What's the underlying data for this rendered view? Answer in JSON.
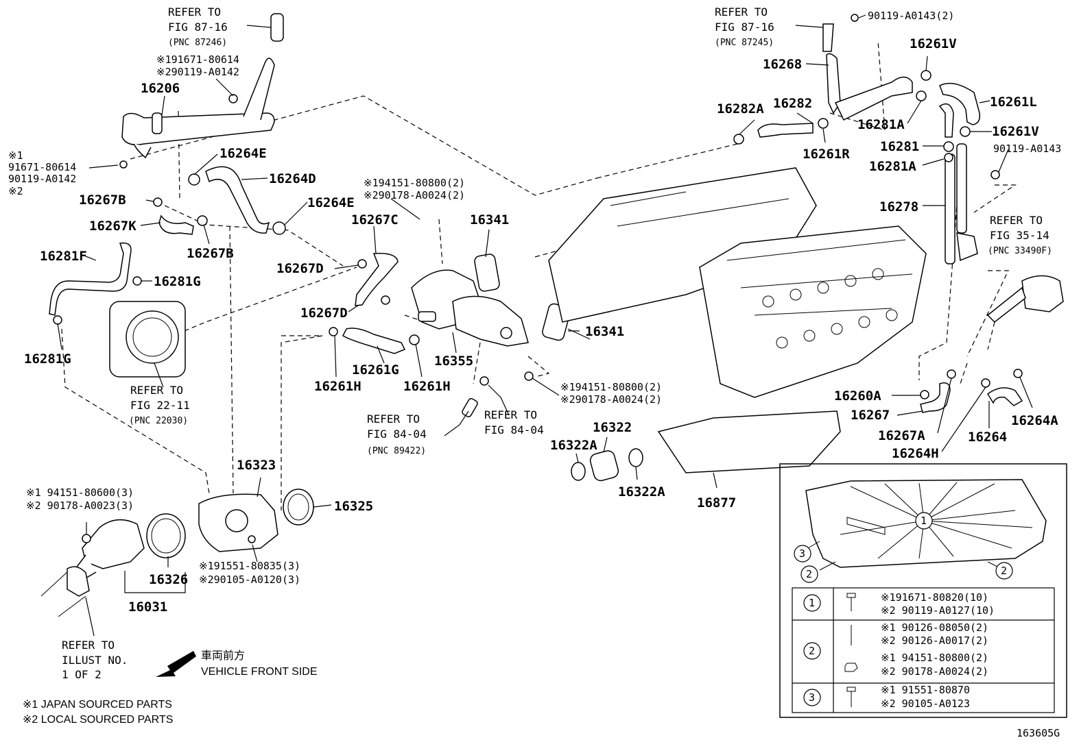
{
  "parts": {
    "p16206": "16206",
    "p16264E_1": "16264E",
    "p16264D": "16264D",
    "p16264E_2": "16264E",
    "p16267B_1": "16267B",
    "p16267K": "16267K",
    "p16267B_2": "16267B",
    "p16281F": "16281F",
    "p16281G_1": "16281G",
    "p16281G_2": "16281G",
    "p16267C": "16267C",
    "p16341_1": "16341",
    "p16267D_1": "16267D",
    "p16267D_2": "16267D",
    "p16261G": "16261G",
    "p16261H_1": "16261H",
    "p16261H_2": "16261H",
    "p16355": "16355",
    "p16341_2": "16341",
    "p16323": "16323",
    "p16325": "16325",
    "p16326": "16326",
    "p16031": "16031",
    "p16322": "16322",
    "p16322A_1": "16322A",
    "p16322A_2": "16322A",
    "p16877": "16877",
    "p16268": "16268",
    "p16282A": "16282A",
    "p16282": "16282",
    "p16261R": "16261R",
    "p16261V_1": "16261V",
    "p16261L": "16261L",
    "p16281A_1": "16281A",
    "p16261V_2": "16261V",
    "p16281": "16281",
    "p16281A_2": "16281A",
    "p16278": "16278",
    "p16260A": "16260A",
    "p16267": "16267",
    "p16267A": "16267A",
    "p16264H": "16264H",
    "p16264": "16264",
    "p16264A": "16264A"
  },
  "refs": {
    "r1": {
      "l1": "REFER TO",
      "l2": "FIG 87-16",
      "l3": "(PNC 87246)"
    },
    "r2": {
      "l1": "REFER TO",
      "l2": "FIG 87-16",
      "l3": "(PNC 87245)"
    },
    "r3": {
      "l1": "REFER TO",
      "l2": "FIG 35-14",
      "l3": "(PNC 33490F)"
    },
    "r4": {
      "l1": "REFER TO",
      "l2": "FIG 22-11",
      "l3": "(PNC 22030)"
    },
    "r5": {
      "l1": "REFER TO",
      "l2": "FIG 84-04",
      "l3": "(PNC 89422)"
    },
    "r6": {
      "l1": "REFER TO",
      "l2": "FIG 84-04"
    },
    "r7": {
      "l1": "REFER TO",
      "l2": "ILLUST NO.",
      "l3": "1 OF 2"
    }
  },
  "fasteners": {
    "f1": {
      "a": "※191671-80614",
      "b": "※290119-A0142"
    },
    "f2": {
      "a": "※1",
      "b": "91671-80614",
      "c": "90119-A0142",
      "d": "※2"
    },
    "f3": {
      "a": "※194151-80800(2)",
      "b": "※290178-A0024(2)"
    },
    "f4": {
      "a": "※194151-80800(2)",
      "b": "※290178-A0024(2)"
    },
    "f5": {
      "a": "※1 94151-80600(3)",
      "b": "※2 90178-A0023(3)"
    },
    "f6": {
      "a": "※191551-80835(3)",
      "b": "※290105-A0120(3)"
    },
    "f7": "90119-A0143(2)",
    "f8": "90119-A0143"
  },
  "direction": {
    "jp": "車両前方",
    "en": "VEHICLE FRONT SIDE"
  },
  "notes": {
    "n1": "※1 JAPAN SOURCED PARTS",
    "n2": "※2 LOCAL SOURCED PARTS"
  },
  "legend": {
    "callouts": [
      "1",
      "2",
      "2",
      "3"
    ],
    "rows": [
      {
        "num": "1",
        "a": "※191671-80820(10)",
        "b": "※2 90119-A0127(10)"
      },
      {
        "num": "2",
        "a": "※1 90126-08050(2)",
        "b": "※2 90126-A0017(2)",
        "c": "※1 94151-80800(2)",
        "d": "※2 90178-A0024(2)"
      },
      {
        "num": "3",
        "a": "※1 91551-80870",
        "b": "※2 90105-A0123"
      }
    ]
  },
  "figure_id": "163605G"
}
